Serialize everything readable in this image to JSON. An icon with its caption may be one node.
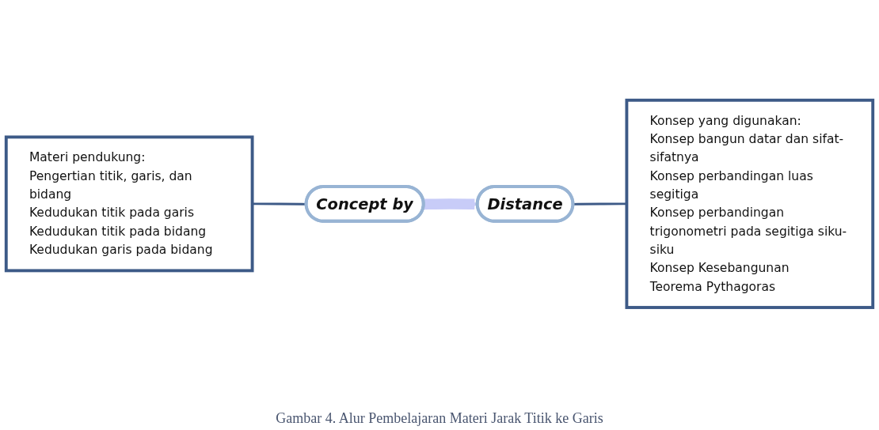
{
  "diagram": {
    "caption": "Gambar 4. Alur Pembelajaran Materi Jarak Titik ke Garis",
    "nodes": [
      {
        "text": [
          "Materi pendukung:",
          "Pengertian titik, garis, dan bidang",
          "Kedudukan titik pada garis",
          "Kedudukan titik pada bidang",
          "Kedudukan garis pada bidang"
        ]
      },
      {
        "text": [
          "Concept by"
        ]
      },
      {
        "text": [
          "Distance"
        ]
      },
      {
        "text": [
          "Konsep yang digunakan:",
          "Konsep bangun datar dan sifat-sifatnya",
          "Konsep perbandingan luas segitiga",
          "Konsep perbandingan trigonometri pada segitiga siku-siku",
          "Konsep Kesebangunan",
          "Teorema Pythagoras"
        ]
      }
    ],
    "edges": [
      {
        "from": 0,
        "to": 1,
        "arrow": "none"
      },
      {
        "from": 1,
        "to": 2,
        "arrow": "to",
        "style": "thick",
        "color": "#c8ccf8"
      },
      {
        "from": 2,
        "to": 3,
        "arrow": "none"
      }
    ]
  }
}
